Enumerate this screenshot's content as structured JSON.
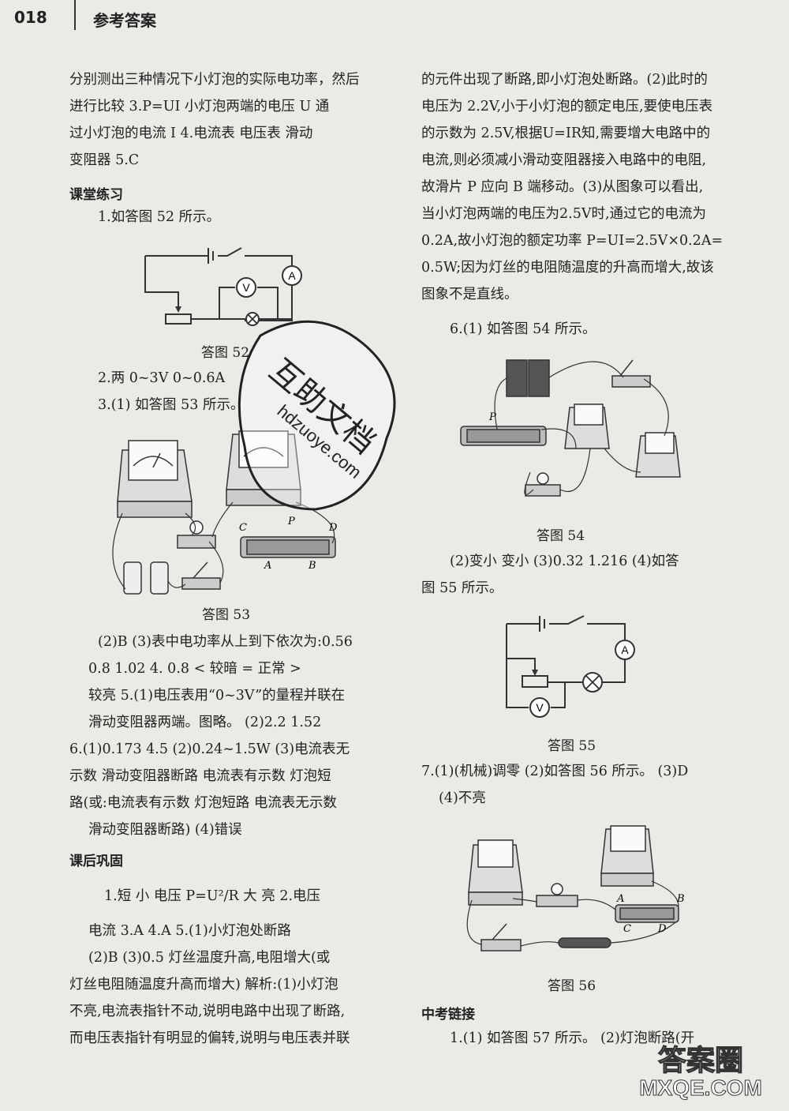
{
  "header": {
    "page_number": "018",
    "title": "参考答案"
  },
  "left": {
    "lines_a": [
      "分别测出三种情况下小灯泡的实际电功率，然后",
      "进行比较   3.P=UI  小灯泡两端的电压 U  通",
      "过小灯泡的电流 I     4.电流表  电压表  滑动",
      "变阻器   5.C"
    ],
    "section1": "课堂练习",
    "l_q1": "1.如答图 52 所示。",
    "cap52": "答图 52",
    "l_q2": "2.两   0~3V   0~0.6A",
    "l_q3": "3.(1) 如答图 53 所示。",
    "cap53": "答图 53",
    "lines_b": [
      "(2)B   (3)表中电功率从上到下依次为:0.56",
      "0.8   1.02    4. 0.8   <   较暗  =  正常   >",
      "较亮     5.(1)电压表用“0~3V”的量程并联在",
      "滑动变阻器两端。图略。   (2)2.2    1.52"
    ],
    "lines_c": [
      "6.(1)0.173   4.5   (2)0.24~1.5W   (3)电流表无",
      "示数   滑动变阻器断路   电流表有示数   灯泡短",
      "路(或:电流表有示数   灯泡短路   电流表无示数",
      "滑动变阻器断路)   (4)错误"
    ],
    "section2": "课后巩固",
    "l_h1": "1.短   小   电压   P=U²/R   大   亮     2.电压",
    "lines_d": [
      "电流     3.A      4.A      5.(1)小灯泡处断路",
      "(2)B   (3)0.5    灯丝温度升高,电阻增大(或",
      "灯丝电阻随温度升高而增大)   解析:(1)小灯泡",
      "不亮,电流表指针不动,说明电路中出现了断路,",
      "而电压表指针有明显的偏转,说明与电压表并联"
    ]
  },
  "right": {
    "lines_a": [
      "的元件出现了断路,即小灯泡处断路。(2)此时的",
      "电压为 2.2V,小于小灯泡的额定电压,要使电压表",
      "的示数为 2.5V,根据U=IR知,需要增大电路中的",
      "电流,则必须减小滑动变阻器接入电路中的电阻,",
      "故滑片 P 应向 B 端移动。(3)从图象可以看出,",
      "当小灯泡两端的电压为2.5V时,通过它的电流为",
      "0.2A,故小灯泡的额定功率 P=UI=2.5V×0.2A=",
      "0.5W;因为灯丝的电阻随温度的升高而增大,故该",
      "图象不是直线。"
    ],
    "r_q6": "6.(1) 如答图 54 所示。",
    "cap54": "答图 54",
    "lines_b": [
      "(2)变小   变小   (3)0.32    1.216   (4)如答",
      "图 55 所示。"
    ],
    "cap55": "答图 55",
    "lines_c": [
      "7.(1)(机械)调零   (2)如答图 56 所示。   (3)D",
      "(4)不亮"
    ],
    "cap56": "答图 56",
    "section3": "中考链接",
    "r_last": "1.(1) 如答图 57 所示。   (2)灯泡断路(开"
  },
  "watermark": {
    "text": "互助文档",
    "url": "hdzuoye.com"
  },
  "corner_logo": {
    "text": "答案圈",
    "url": "MXQE.COM"
  },
  "symbols": {
    "ammeter": "A",
    "voltmeter": "V",
    "P": "P",
    "A": "A",
    "B": "B",
    "C": "C",
    "D": "D"
  }
}
